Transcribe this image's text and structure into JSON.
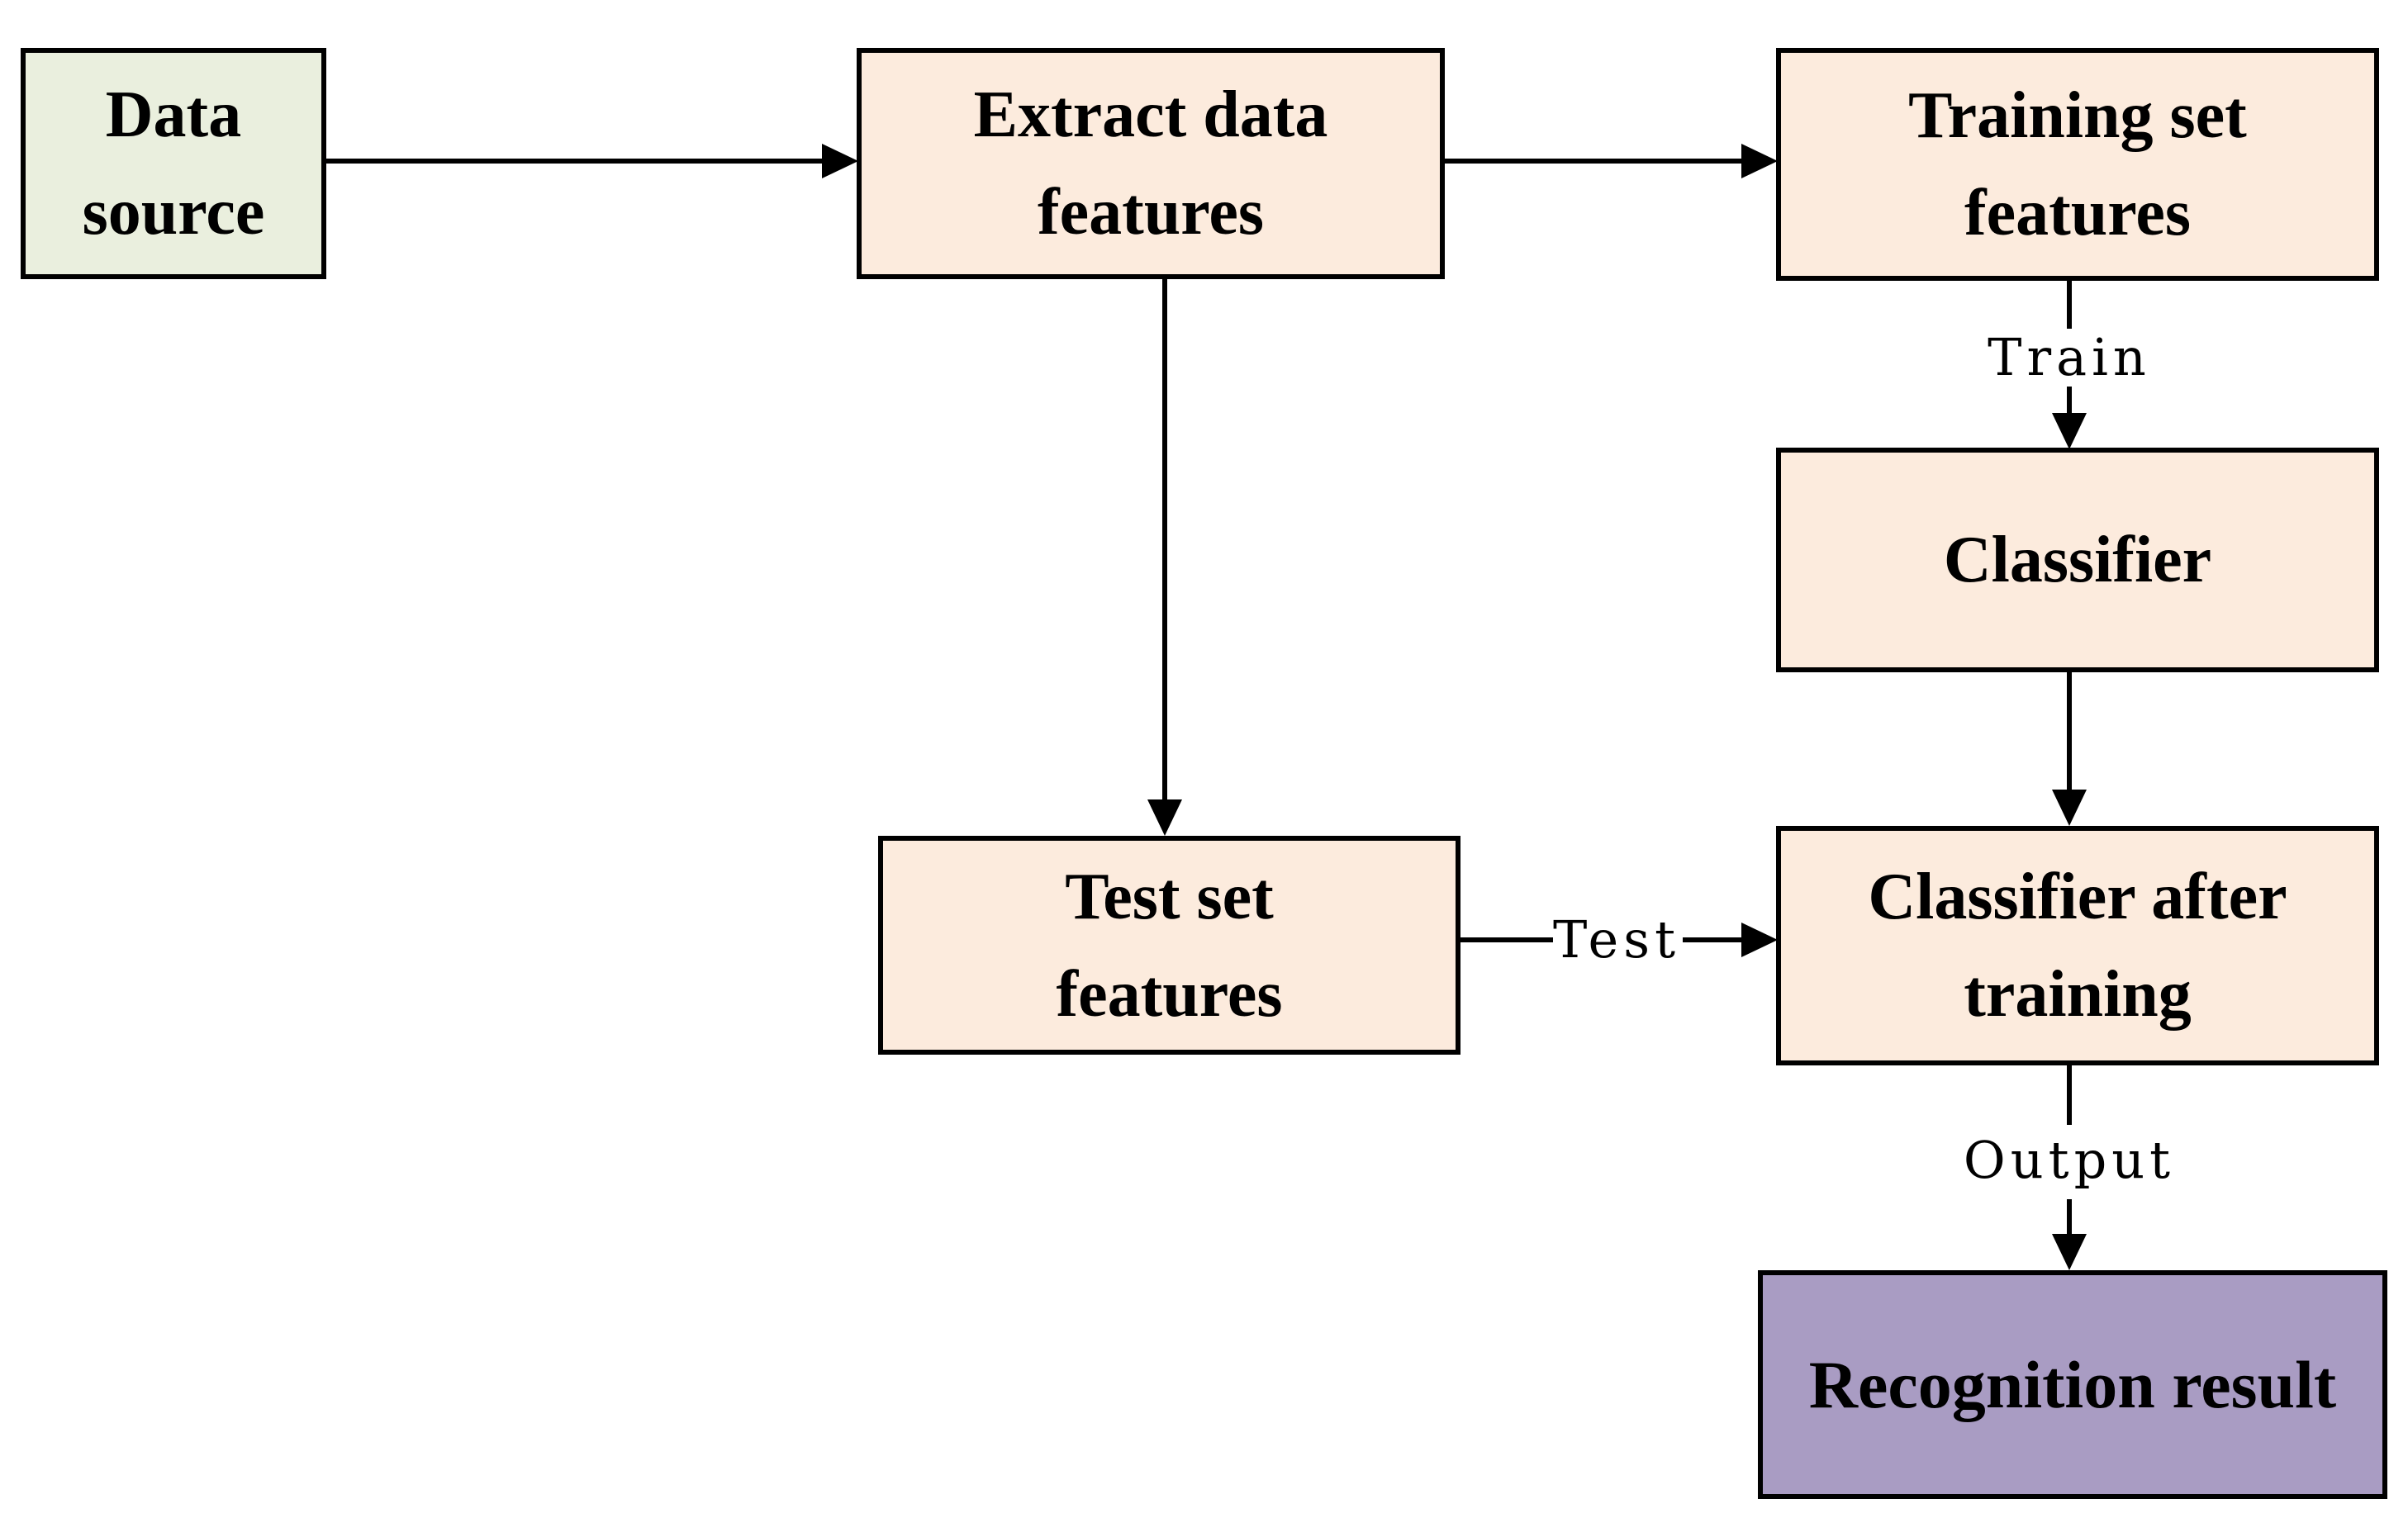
{
  "diagram": {
    "title": "Classification workflow flowchart",
    "background": "#ffffff",
    "border_color": "#000000",
    "text_color": "#000000",
    "colors": {
      "source_fill": "#eaefde",
      "process_fill": "#fcebdd",
      "result_fill": "#a99cc3",
      "arrow_color": "#000000"
    },
    "nodes": [
      {
        "id": "data-source",
        "lines": [
          "Data",
          "source"
        ]
      },
      {
        "id": "extract-data-features",
        "lines": [
          "Extract data",
          "features"
        ]
      },
      {
        "id": "training-set-features",
        "lines": [
          "Training set",
          "features"
        ]
      },
      {
        "id": "classifier",
        "lines": [
          "Classifier"
        ]
      },
      {
        "id": "test-set-features",
        "lines": [
          "Test set",
          "features"
        ]
      },
      {
        "id": "classifier-after-training",
        "lines": [
          "Classifier after",
          "training"
        ]
      },
      {
        "id": "recognition-result",
        "lines": [
          "Recognition result"
        ]
      }
    ],
    "edge_labels": {
      "train": "Train",
      "test": "Test",
      "output": "Output"
    }
  }
}
